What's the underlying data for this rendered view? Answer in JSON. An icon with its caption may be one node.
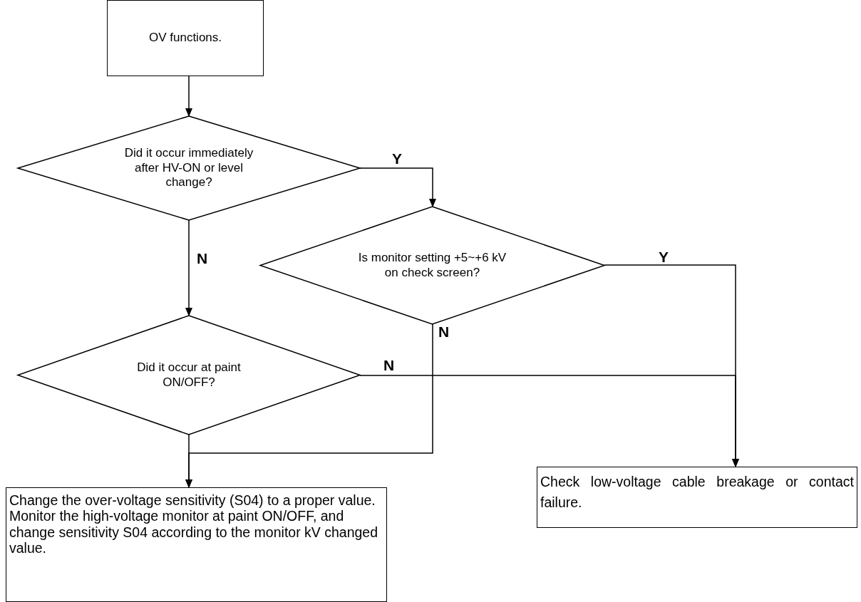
{
  "diagram": {
    "nodes": [
      {
        "text": [
          "OV functions."
        ]
      },
      {
        "text": [
          "Did it occur immediately after HV-ON or level change?"
        ]
      },
      {
        "text": [
          "Is monitor setting +5~+6 kV on check screen?"
        ]
      },
      {
        "text": [
          "Did it occur at paint ON/OFF?"
        ]
      },
      {
        "text": [
          "Change the over-voltage sensitivity (S04) to a proper value.",
          "Monitor the high-voltage monitor at paint ON/OFF, and change sensitivity S04 according to the monitor kV changed value."
        ]
      },
      {
        "text": [
          "Check low-voltage cable breakage or contact failure."
        ]
      }
    ],
    "edges": [
      {
        "from": 0,
        "to": 1,
        "arrow": "to"
      },
      {
        "from": 1,
        "to": 2,
        "arrow": "to",
        "label": "Y"
      },
      {
        "from": 1,
        "to": 3,
        "arrow": "to",
        "label": "N"
      },
      {
        "from": 2,
        "to": 5,
        "arrow": "to",
        "label": "Y"
      },
      {
        "from": 3,
        "to": 5,
        "arrow": "to",
        "label": "N"
      },
      {
        "from": 2,
        "to": 4,
        "arrow": "to",
        "label": "N"
      },
      {
        "from": 3,
        "to": 4,
        "arrow": "to"
      }
    ]
  }
}
